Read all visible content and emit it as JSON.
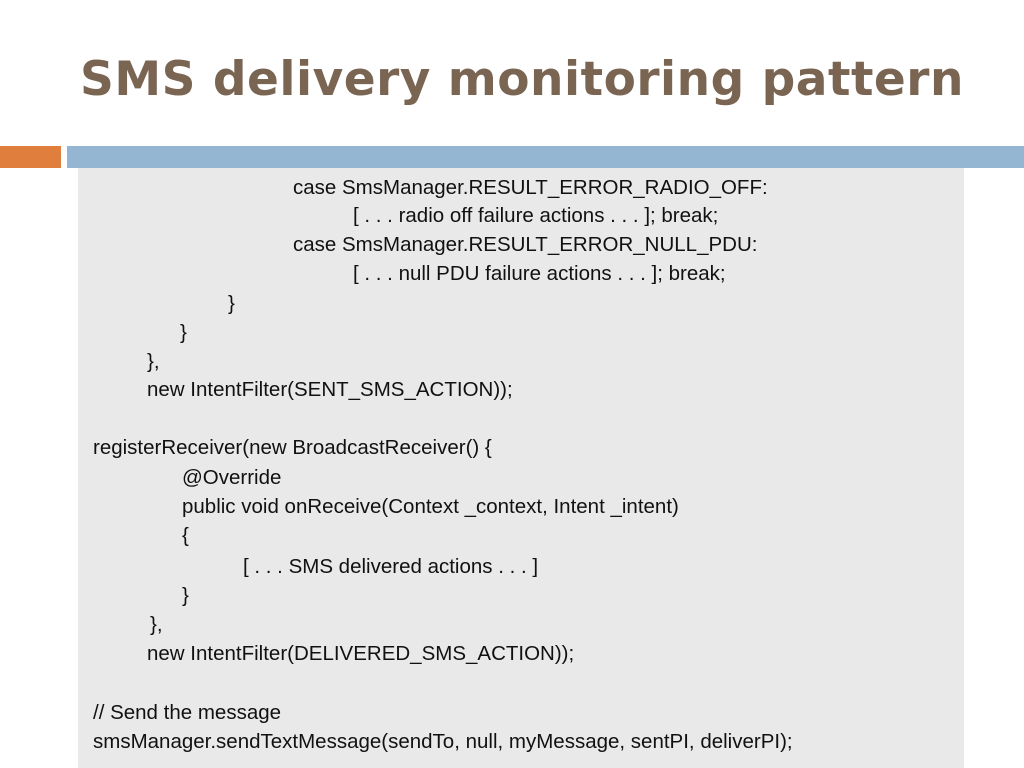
{
  "slide": {
    "title": "SMS delivery monitoring pattern"
  },
  "colors": {
    "title": "#7a6553",
    "accent_orange": "#e07f3d",
    "accent_blue": "#94b6d2",
    "code_background": "#e9e9e9"
  },
  "code": {
    "lines": [
      "case SmsManager.RESULT_ERROR_RADIO_OFF:",
      "[ . . . radio off failure actions . . . ]; break;",
      "case SmsManager.RESULT_ERROR_NULL_PDU:",
      "[ . . . null PDU failure actions . . . ]; break;",
      "}",
      "}",
      "},",
      "new IntentFilter(SENT_SMS_ACTION));",
      "registerReceiver(new BroadcastReceiver() {",
      "@Override",
      "public void onReceive(Context _context, Intent _intent)",
      "{",
      "[ . . . SMS delivered actions . . . ]",
      "}",
      "},",
      "new IntentFilter(DELIVERED_SMS_ACTION));",
      "// Send the message",
      "smsManager.sendTextMessage(sendTo, null, myMessage, sentPI, deliverPI);"
    ]
  }
}
